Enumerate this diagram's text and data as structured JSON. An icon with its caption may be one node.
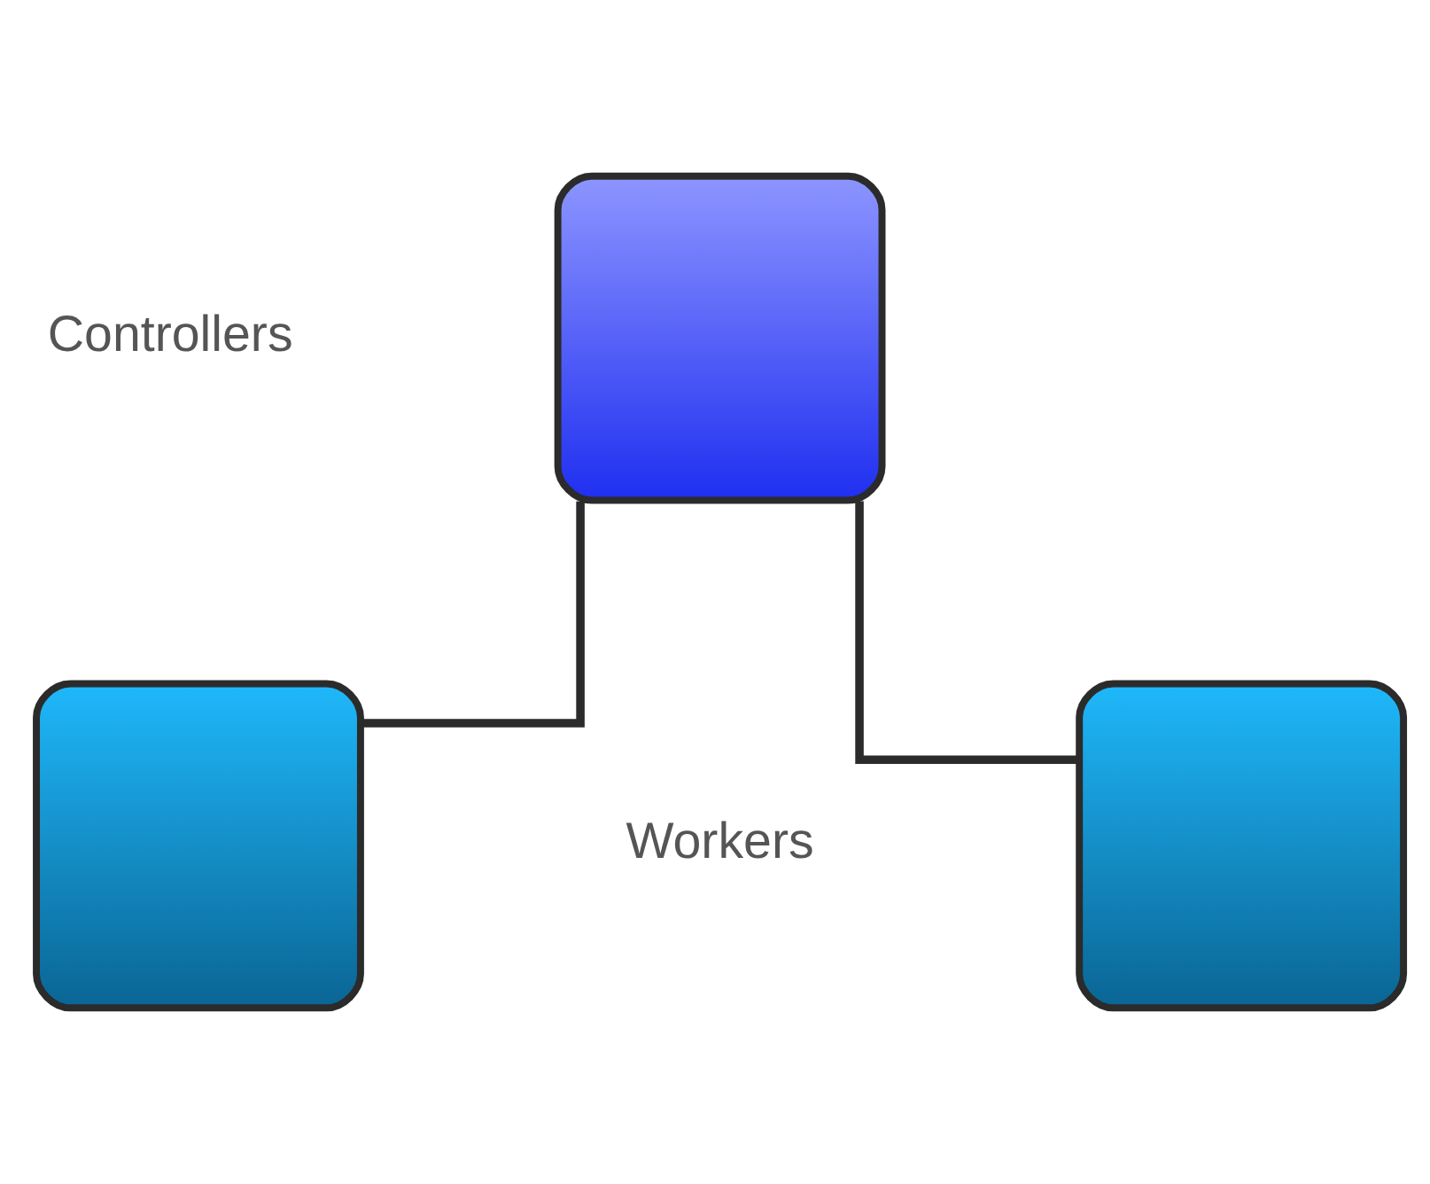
{
  "diagram": {
    "nodes": [
      {
        "text": [],
        "shape": "box"
      },
      {
        "text": [],
        "shape": "box"
      },
      {
        "text": [],
        "shape": "box"
      }
    ],
    "edges": [
      {
        "from": 0,
        "to": 1,
        "arrow": "none"
      },
      {
        "from": 0,
        "to": 2,
        "arrow": "none"
      }
    ],
    "labels": [
      "Controllers",
      "Workers"
    ]
  }
}
